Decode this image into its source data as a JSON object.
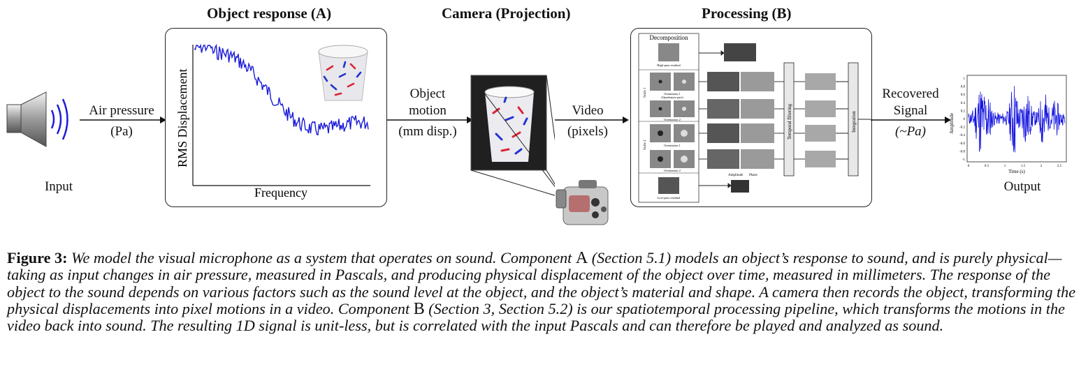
{
  "titles": {
    "object_response": "Object response (A)",
    "camera": "Camera (Projection)",
    "processing": "Processing (B)"
  },
  "labels": {
    "input": "Input",
    "air_pressure": "Air pressure",
    "pa": "(Pa)",
    "object": "Object",
    "motion": "motion",
    "mm_disp": "(mm disp.)",
    "video": "Video",
    "pixels": "(pixels)",
    "recovered": "Recovered",
    "signal": "Signal",
    "pa_approx": "(~Pa)",
    "output": "Output"
  },
  "response_plot": {
    "ylabel": "RMS Displacement",
    "xlabel": "Frequency"
  },
  "processing": {
    "decomposition": "Decomposition",
    "highpass": "High-pass residual",
    "lowpass": "Low-pass residual",
    "scale1": "Scale 1",
    "scale2": "Scale 2",
    "orient1_q": "Orientation 1",
    "quadrature": "(Quadrature pair)",
    "orient2": "Orientation 2",
    "orient1": "Orientation 1",
    "temporal_filtering": "Temporal filtering",
    "integration": "Integration",
    "amplitude": "Amplitude",
    "phase": "Phase"
  },
  "output_plot": {
    "ylabel": "Amplitude",
    "xlabel": "Time (s)",
    "yticks": [
      "1",
      "0.8",
      "0.6",
      "0.4",
      "0.2",
      "0",
      "-0.2",
      "-0.4",
      "-0.6",
      "-0.8",
      "-1"
    ],
    "xticks": [
      "0",
      "0.5",
      "1",
      "1.5",
      "2",
      "2.5"
    ]
  },
  "caption": {
    "fig": "Figure 3:",
    "p1": " We model the visual microphone as a system that operates on sound. Component ",
    "A": "A",
    "p2": " (Section 5.1) models an object’s response to sound, and is purely physical—taking as input changes in air pressure, measured in Pascals, and producing physical displacement of the object over time, measured in millimeters. The response of the object to the sound depends on various factors such as the sound level at the object, and the object’s material and shape. A camera then records the object, transforming the physical displacements into pixel motions in a video. Component ",
    "B": "B",
    "p3": " (Section 3, Section 5.2) is our spatiotemporal processing pipeline, which transforms the motions in the video back into sound. The resulting 1D signal is unit-less, but is correlated with the input Pascals and can therefore be played and analyzed as sound."
  }
}
